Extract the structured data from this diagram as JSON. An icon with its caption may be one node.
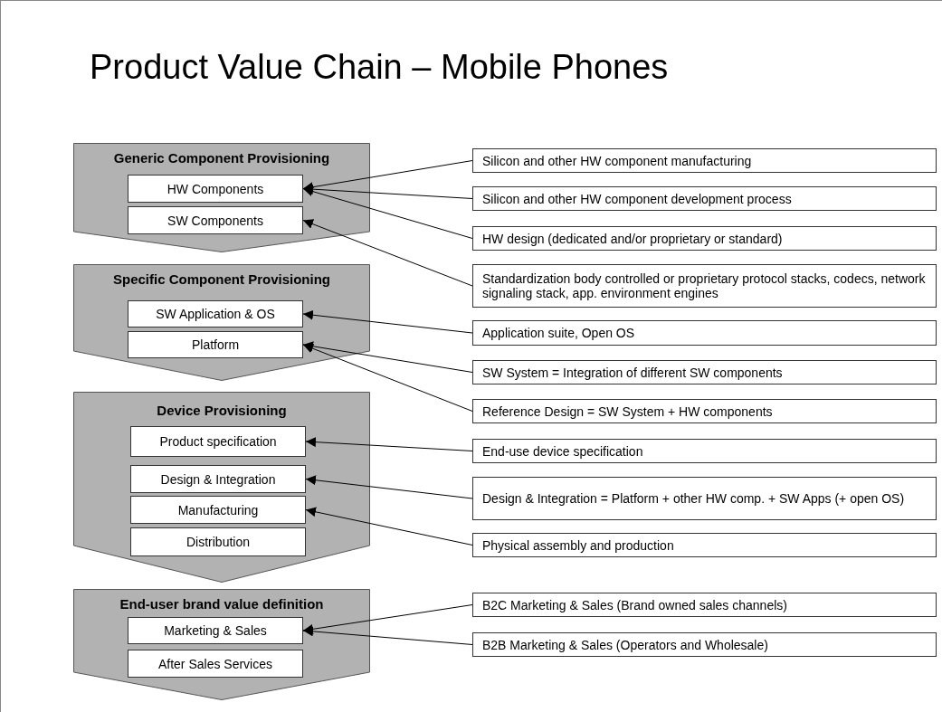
{
  "diagram": {
    "title": "Product Value Chain – Mobile Phones",
    "nodes": [
      {
        "text": [
          "Generic Component Provisioning"
        ]
      },
      {
        "text": [
          "HW Components"
        ],
        "in": 0
      },
      {
        "text": [
          "SW Components"
        ],
        "in": 0
      },
      {
        "text": [
          "Specific Component Provisioning"
        ]
      },
      {
        "text": [
          "SW Application & OS"
        ],
        "in": 3
      },
      {
        "text": [
          "Platform"
        ],
        "in": 3
      },
      {
        "text": [
          "Device Provisioning"
        ]
      },
      {
        "text": [
          "Product specification"
        ],
        "in": 6
      },
      {
        "text": [
          "Design & Integration"
        ],
        "in": 6
      },
      {
        "text": [
          "Manufacturing"
        ],
        "in": 6
      },
      {
        "text": [
          "Distribution"
        ],
        "in": 6
      },
      {
        "text": [
          "End-user brand value definition"
        ]
      },
      {
        "text": [
          "Marketing & Sales"
        ],
        "in": 11
      },
      {
        "text": [
          "After Sales Services"
        ],
        "in": 11
      },
      {
        "text": [
          "Silicon and other HW component manufacturing"
        ]
      },
      {
        "text": [
          "Silicon and other HW component development process"
        ]
      },
      {
        "text": [
          "HW design (dedicated and/or proprietary or standard)"
        ]
      },
      {
        "text": [
          "Standardization body controlled or proprietary protocol stacks, codecs, network signaling stack, app. environment engines"
        ]
      },
      {
        "text": [
          "Application suite, Open OS"
        ]
      },
      {
        "text": [
          "SW System = Integration of different SW components"
        ]
      },
      {
        "text": [
          "Reference Design = SW System + HW components"
        ]
      },
      {
        "text": [
          "End-use device specification"
        ]
      },
      {
        "text": [
          "Design & Integration = Platform + other HW comp. + SW Apps (+ open OS)"
        ]
      },
      {
        "text": [
          "Physical assembly and production"
        ]
      },
      {
        "text": [
          "B2C Marketing & Sales (Brand owned sales channels)"
        ]
      },
      {
        "text": [
          "B2B Marketing & Sales (Operators and Wholesale)"
        ]
      }
    ],
    "edges": [
      {
        "from": 14,
        "to": 1,
        "arrow": "to"
      },
      {
        "from": 15,
        "to": 1,
        "arrow": "to"
      },
      {
        "from": 16,
        "to": 1,
        "arrow": "to"
      },
      {
        "from": 17,
        "to": 2,
        "arrow": "to"
      },
      {
        "from": 18,
        "to": 4,
        "arrow": "to"
      },
      {
        "from": 19,
        "to": 5,
        "arrow": "to"
      },
      {
        "from": 20,
        "to": 5,
        "arrow": "to"
      },
      {
        "from": 21,
        "to": 7,
        "arrow": "to"
      },
      {
        "from": 22,
        "to": 8,
        "arrow": "to"
      },
      {
        "from": 23,
        "to": 9,
        "arrow": "to"
      },
      {
        "from": 24,
        "to": 12,
        "arrow": "to"
      },
      {
        "from": 25,
        "to": 12,
        "arrow": "to"
      }
    ]
  }
}
